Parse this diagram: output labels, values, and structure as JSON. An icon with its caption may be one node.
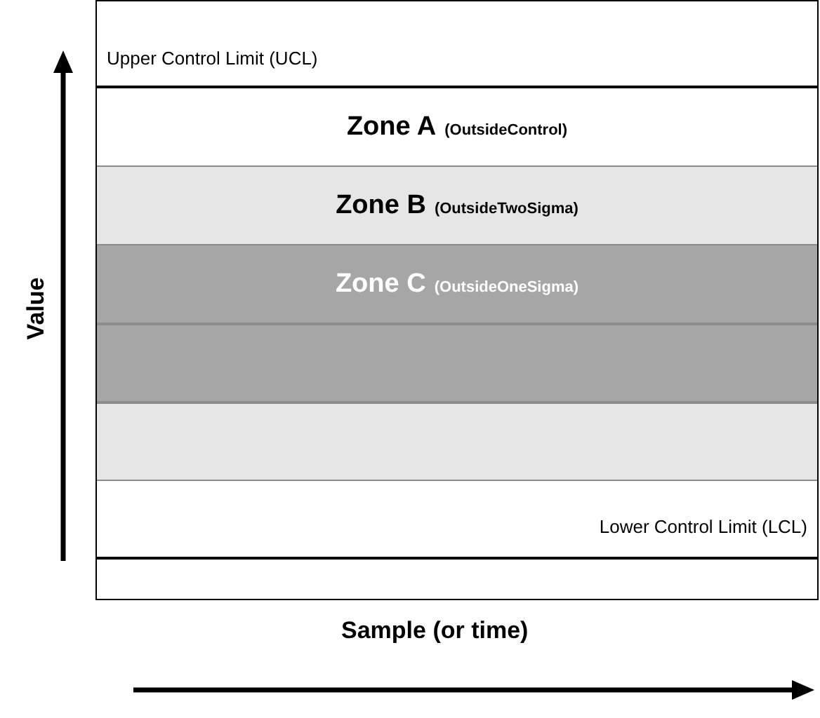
{
  "diagram": {
    "nodes": [
      {
        "text": [],
        "shape": "box"
      },
      {
        "text": [
          "Zone A",
          "(OutsideControl)"
        ],
        "in": 0
      },
      {
        "text": [
          "Zone B",
          "(OutsideTwoSigma)"
        ],
        "in": 0
      },
      {
        "text": [
          "Zone C",
          "(OutsideOneSigma)"
        ],
        "in": 0
      },
      {
        "text": [],
        "shape": "bar",
        "in": 0
      },
      {
        "text": [],
        "shape": "bar",
        "in": 0
      },
      {
        "text": [
          "Lower Control Limit (LCL)"
        ],
        "in": 0
      }
    ],
    "labels": [
      "Upper Control Limit (UCL)",
      "Value",
      "Sample (or time)"
    ]
  }
}
